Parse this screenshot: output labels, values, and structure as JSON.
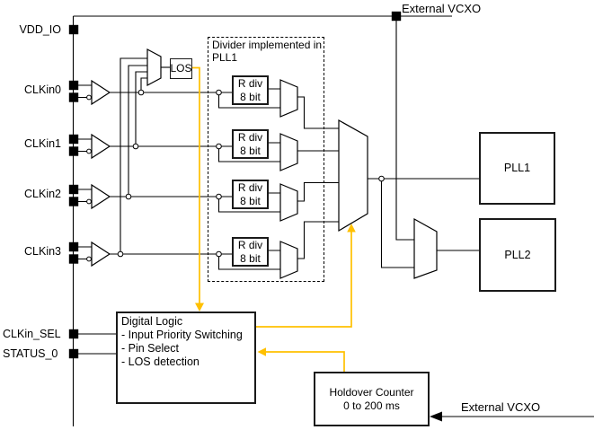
{
  "colors": {
    "wire": "#000000",
    "accent": "#FFC000"
  },
  "pins": {
    "vdd_io": "VDD_IO",
    "clkin0": "CLKin0",
    "clkin1": "CLKin1",
    "clkin2": "CLKin2",
    "clkin3": "CLKin3",
    "clkin_sel": "CLKin_SEL",
    "status_0": "STATUS_0"
  },
  "top": {
    "external_vcxo": "External VCXO"
  },
  "bottom": {
    "external_vcxo": "External VCXO"
  },
  "divider_box": {
    "title_line1": "Divider implemented in",
    "title_line2": "PLL1"
  },
  "blocks": {
    "los": "LOS",
    "rdiv": {
      "line1": "R div",
      "line2": "8 bit"
    },
    "pll1": "PLL1",
    "pll2": "PLL2",
    "digital_logic": {
      "title": "Digital Logic",
      "items": [
        "- Input Priority Switching",
        "- Pin Select",
        "- LOS detection"
      ]
    },
    "holdover": {
      "line1": "Holdover Counter",
      "line2": "0 to 200 ms"
    }
  }
}
